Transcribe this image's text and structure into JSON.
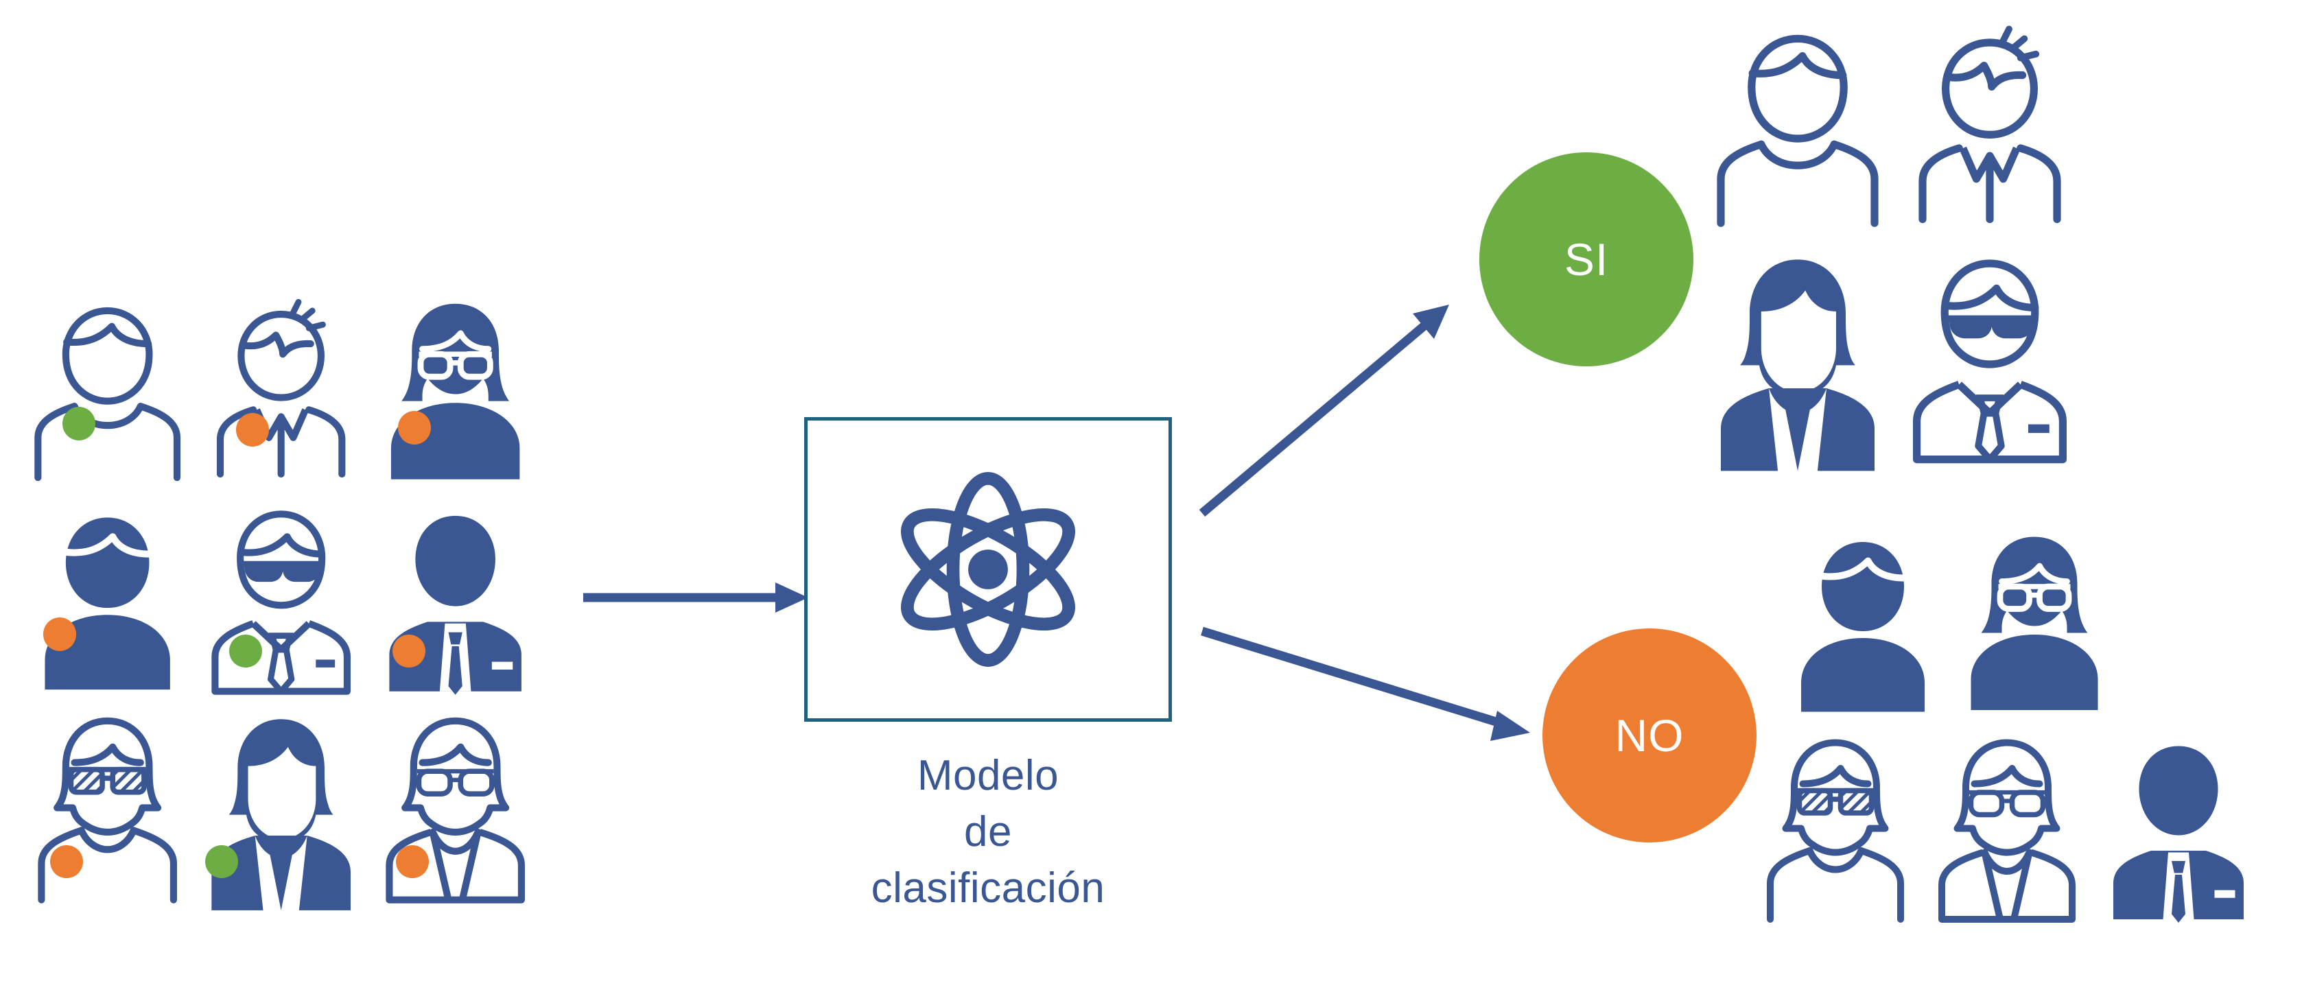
{
  "diagram": {
    "title": "Modelo de clasificación",
    "language": "es",
    "background": "#ffffff",
    "colors": {
      "icon_blue": "#3A5693",
      "box_border": "#1F6080",
      "positive_green": "#6CAD44",
      "negative_orange": "#ED7D31",
      "label_text": "#3A5693",
      "circle_text": "#ffffff"
    }
  },
  "model": {
    "icon": "atom-icon",
    "caption_lines": [
      "Modelo",
      "de",
      "clasificación"
    ],
    "caption_line_1": "Modelo",
    "caption_line_2": "de",
    "caption_line_3": "clasificación"
  },
  "arrows": [
    {
      "name": "arrow-input-to-model",
      "from": "source-people",
      "to": "model-box",
      "direction": "right"
    },
    {
      "name": "arrow-model-to-yes",
      "from": "model-box",
      "to": "circle-si",
      "direction": "up-right"
    },
    {
      "name": "arrow-model-to-no",
      "from": "model-box",
      "to": "circle-no",
      "direction": "down-right"
    }
  ],
  "outputs": {
    "yes": {
      "label": "SI",
      "color": "#6CAD44",
      "count": 4
    },
    "no": {
      "label": "NO",
      "color": "#ED7D31",
      "count": 5
    }
  },
  "groups": {
    "source": {
      "name": "source-people",
      "count": 9,
      "people": [
        {
          "icon": "person-man-outline-icon",
          "style": "outline",
          "badge": "green"
        },
        {
          "icon": "person-boy-collar-outline-icon",
          "style": "outline",
          "badge": "orange"
        },
        {
          "icon": "person-woman-glasses-filled-icon",
          "style": "filled",
          "badge": "orange"
        },
        {
          "icon": "person-man-filled-icon",
          "style": "filled",
          "badge": "orange"
        },
        {
          "icon": "person-man-sunglasses-tie-outline-icon",
          "style": "outline",
          "badge": "green"
        },
        {
          "icon": "person-man-tie-filled-icon",
          "style": "filled",
          "badge": "orange"
        },
        {
          "icon": "person-girl-striped-glasses-outline-icon",
          "style": "outline",
          "badge": "orange"
        },
        {
          "icon": "person-woman-suit-filled-icon",
          "style": "filled",
          "badge": "green"
        },
        {
          "icon": "person-woman-glasses-outline-icon",
          "style": "outline",
          "badge": "orange"
        }
      ]
    },
    "yes": {
      "name": "yes-people",
      "count": 4,
      "people": [
        {
          "icon": "person-man-outline-icon",
          "style": "outline",
          "badge": null
        },
        {
          "icon": "person-boy-collar-outline-icon",
          "style": "outline",
          "badge": null
        },
        {
          "icon": "person-woman-suit-filled-icon",
          "style": "filled",
          "badge": null
        },
        {
          "icon": "person-man-sunglasses-tie-outline-icon",
          "style": "outline",
          "badge": null
        }
      ]
    },
    "no": {
      "name": "no-people",
      "count": 5,
      "row_top": [
        {
          "icon": "person-man-filled-icon",
          "style": "filled",
          "badge": null
        },
        {
          "icon": "person-woman-glasses-filled-icon",
          "style": "filled",
          "badge": null
        }
      ],
      "row_bottom": [
        {
          "icon": "person-girl-striped-glasses-outline-icon",
          "style": "outline",
          "badge": null
        },
        {
          "icon": "person-woman-glasses-outline-icon",
          "style": "outline",
          "badge": null
        },
        {
          "icon": "person-man-tie-filled-icon",
          "style": "filled",
          "badge": null
        }
      ]
    }
  }
}
